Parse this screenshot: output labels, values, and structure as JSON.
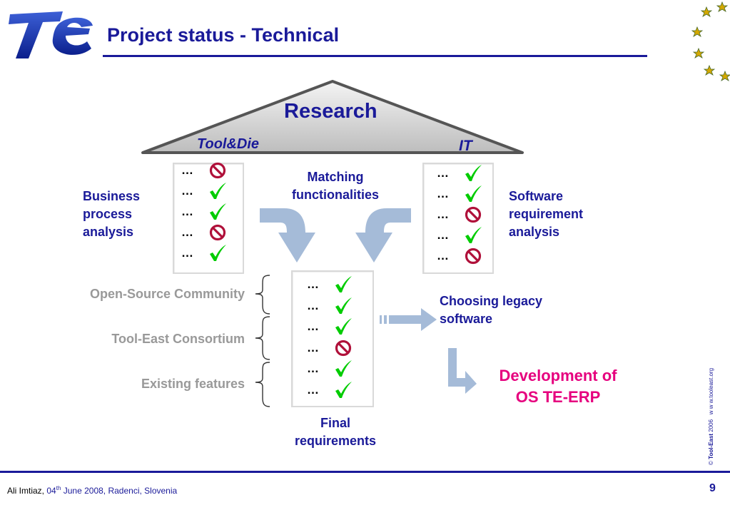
{
  "slide": {
    "title": "Project status - Technical",
    "logo_text": "TE",
    "page_number": "9"
  },
  "roof": {
    "title": "Research",
    "left_label": "Tool&Die",
    "right_label": "IT"
  },
  "labels": {
    "business": "Business\nprocess\nanalysis",
    "matching": "Matching\nfunctionalities",
    "software": "Software\nrequirement\nanalysis",
    "choosing": "Choosing legacy\nsoftware",
    "final": "Final\nrequirements",
    "development": "Development of\nOS TE-ERP"
  },
  "sources": [
    "Open-Source Community",
    "Tool-East Consortium",
    "Existing features"
  ],
  "ellipsis": "…",
  "lists": {
    "tool_die": [
      "no",
      "check",
      "check",
      "no",
      "check"
    ],
    "it": [
      "check",
      "check",
      "no",
      "check",
      "no"
    ],
    "final": [
      "check",
      "check",
      "check",
      "no",
      "check",
      "check"
    ]
  },
  "colors": {
    "title_blue": "#1a1a99",
    "check_green": "#00cc00",
    "prohibit_red": "#b0103a",
    "arrow_blue": "#a5bbd8",
    "highlight_pink": "#e6007e",
    "source_gray": "#999999"
  },
  "footer": {
    "author": "Ali Imtiaz,",
    "date_prefix": "04",
    "date_sup": "th",
    "date_rest": "June 2008, Radenci, Slovenia"
  },
  "side_text": {
    "copyright": "©",
    "brand": "Tool-East",
    "year": "2006",
    "url": "w w w.tooleast.org"
  }
}
